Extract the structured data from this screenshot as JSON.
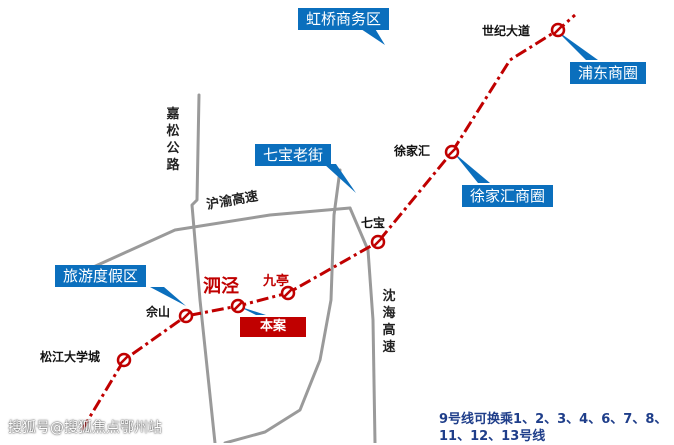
{
  "callouts": {
    "hongqiao": "虹桥商务区",
    "pudong": "浦东商圈",
    "qibao_old_street": "七宝老街",
    "xujiahui": "徐家汇商圈",
    "tourist_resort": "旅游度假区"
  },
  "stations": {
    "century_avenue": "世纪大道",
    "xujiahui": "徐家汇",
    "qibao": "七宝",
    "jiuting": "九亭",
    "sijing": "泗泾",
    "sheshan": "佘山",
    "songjiang_university_town": "松江大学城"
  },
  "roads": {
    "jiasong_road": "嘉松公路",
    "huyu_expressway": "沪渝高速",
    "shenhai_expressway": "沈海高速"
  },
  "project_label": "本案",
  "transfer_note": "9号线可换乘1、2、3、4、6、7、8、11、12、13号线",
  "watermark": "搜狐号@搜狐焦点鄂州站",
  "colors": {
    "metro_line": "#c00000",
    "road": "#9a9a9a",
    "callout_bg": "#0b6fbd",
    "project_box": "#c00000",
    "note_text": "#1f3e8a"
  },
  "icons": {
    "station_marker": "no-entry-circle-icon"
  }
}
